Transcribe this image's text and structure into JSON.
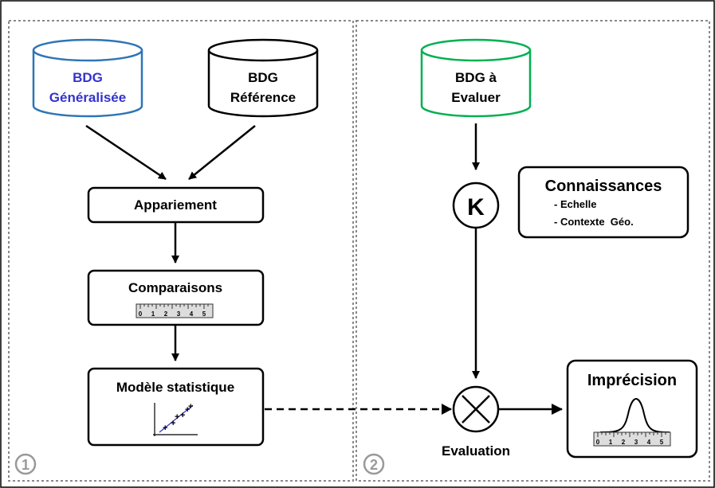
{
  "panel1": {
    "number": "1",
    "db_generalisee": {
      "line1": "BDG",
      "line2": "Généralisée"
    },
    "db_reference": {
      "line1": "BDG",
      "line2": "Référence"
    },
    "appariement": "Appariement",
    "comparaisons": "Comparaisons",
    "modele": "Modèle statistique"
  },
  "panel2": {
    "number": "2",
    "db_evaluer": {
      "line1": "BDG à",
      "line2": "Evaluer"
    },
    "k_symbol": "K",
    "connaissances": {
      "title": "Connaissances",
      "items": [
        "- Echelle",
        "- Contexte  Géo."
      ]
    },
    "evaluation": "Evaluation",
    "imprecision": "Imprécision"
  },
  "ruler_ticks": [
    "0",
    "1",
    "2",
    "3",
    "4",
    "5"
  ],
  "colors": {
    "db_generalisee": "#2e75b6",
    "db_generalisee_text": "#3333cc",
    "db_evaluer": "#00b050",
    "panel_border": "#888888"
  }
}
